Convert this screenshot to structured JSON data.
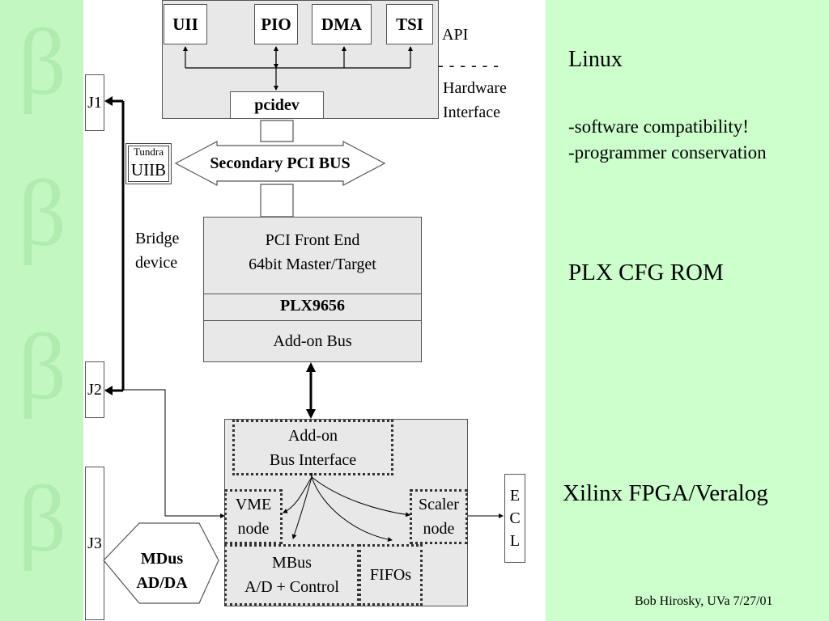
{
  "background": {
    "green": "#ccffcc",
    "stripe": "#c2f7c2",
    "beta_color": "#b0ecb0",
    "beta_glyph": "β"
  },
  "api_modules": [
    "UII",
    "PIO",
    "DMA",
    "TSI"
  ],
  "api_label": "API",
  "dash_line": "- - - - - -",
  "hardware_interface": [
    "Hardware",
    "Interface"
  ],
  "pcidev": "pcidev",
  "secondary_pci_bus": "Secondary PCI BUS",
  "tundra_uiib": {
    "small": "Tundra",
    "big": "UIIB"
  },
  "bridge_device": [
    "Bridge",
    "device"
  ],
  "connectors": {
    "j1": "J1",
    "j2": "J2",
    "j3": "J3"
  },
  "plx": {
    "front_end": [
      "PCI Front End",
      "64bit Master/Target"
    ],
    "chip": "PLX9656",
    "addon_bus": "Add-on Bus"
  },
  "fpga": {
    "addon_interface": [
      "Add-on",
      "Bus Interface"
    ],
    "vme_node": [
      "VME",
      "node"
    ],
    "scaler_node": [
      "Scaler",
      "node"
    ],
    "mbus": [
      "MBus",
      "A/D + Control"
    ],
    "fifos": "FIFOs"
  },
  "ecl": [
    "E",
    "C",
    "L"
  ],
  "mdus": [
    "MDus",
    "AD/DA"
  ],
  "right": {
    "linux": "Linux",
    "bullets": [
      "-software compatibility!",
      "-programmer conservation"
    ],
    "plx_rom": "PLX CFG ROM",
    "xilinx": "Xilinx FPGA/Veralog",
    "credit": "Bob Hirosky, UVa 7/27/01"
  }
}
